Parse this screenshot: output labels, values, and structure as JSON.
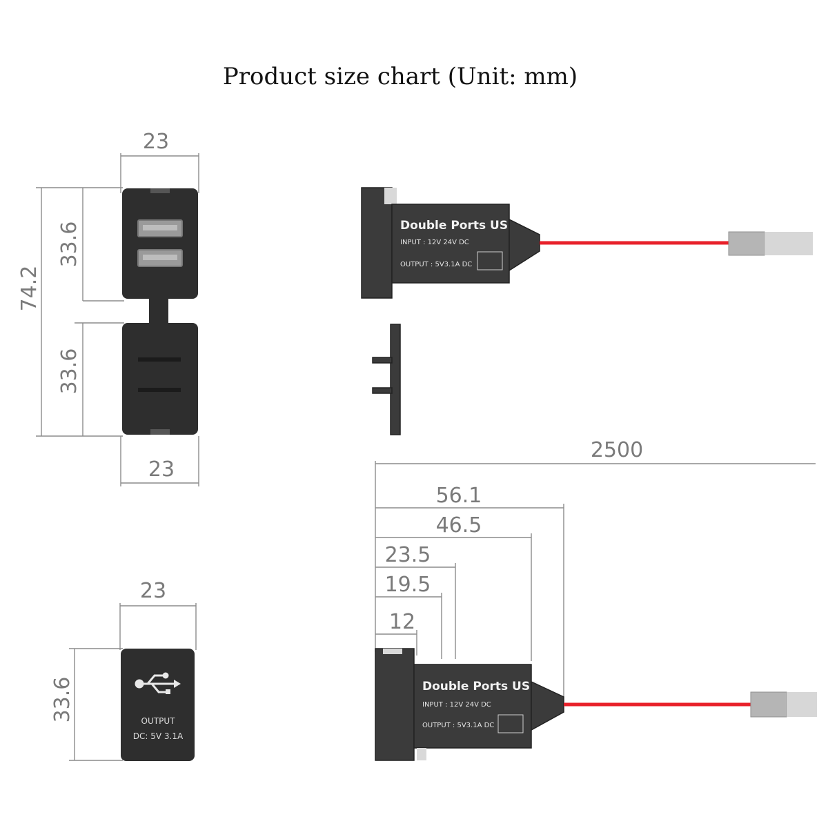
{
  "title": "Product size chart (Unit: mm)",
  "front_double": {
    "width_top": "23",
    "width_bottom": "23",
    "height_total": "74.2",
    "height_upper": "33.6",
    "height_lower": "33.6"
  },
  "front_single": {
    "width": "23",
    "height": "33.6",
    "output_label": "OUTPUT",
    "output_spec": "DC: 5V 3.1A",
    "icon": "usb-icon"
  },
  "side_module": {
    "name": "Double Ports USB",
    "input": "INPUT : 12V 24V DC",
    "output": "OUTPUT : 5V3.1A DC",
    "cable_color": "#e8202a",
    "plug_color": "#b5b5b5"
  },
  "side_dimensions": {
    "cable_length": "2500",
    "d1": "56.1",
    "d2": "46.5",
    "d3": "23.5",
    "d4": "19.5",
    "d5": "12"
  }
}
